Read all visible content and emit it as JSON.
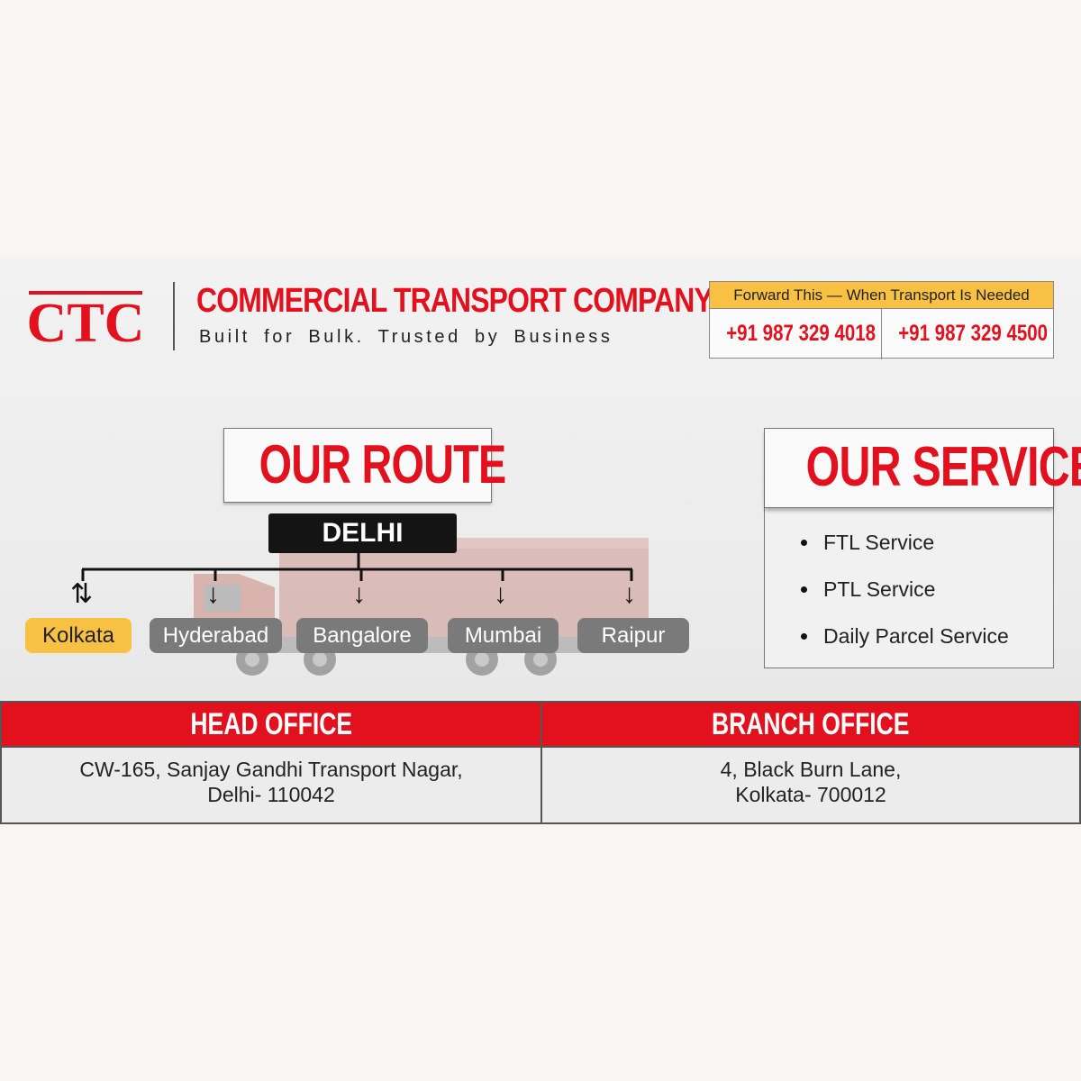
{
  "brand": {
    "logo_text": "CTC",
    "company_name": "COMMERCIAL TRANSPORT COMPANY",
    "tagline": "Built for Bulk.  Trusted by Business",
    "color_red": "#e3101e",
    "color_yellow": "#f9c144"
  },
  "contact": {
    "header": "Forward This — When Transport Is Needed",
    "phones": [
      "+91 987 329 4018",
      "+91 987 329 4500"
    ]
  },
  "route": {
    "title": "OUR ROUTE",
    "hub": "DELHI",
    "cities": [
      {
        "name": "Kolkata",
        "arrow": "⇅",
        "highlighted": true
      },
      {
        "name": "Hyderabad",
        "arrow": "↓",
        "highlighted": false
      },
      {
        "name": "Bangalore",
        "arrow": "↓",
        "highlighted": false
      },
      {
        "name": "Mumbai",
        "arrow": "↓",
        "highlighted": false
      },
      {
        "name": "Raipur",
        "arrow": "↓",
        "highlighted": false
      }
    ]
  },
  "service": {
    "title": "OUR SERVICE",
    "items": [
      "FTL Service",
      "PTL Service",
      "Daily Parcel Service"
    ]
  },
  "offices": {
    "head": {
      "title": "HEAD OFFICE",
      "address_line1": "CW-165, Sanjay Gandhi Transport Nagar,",
      "address_line2": "Delhi- 110042"
    },
    "branch": {
      "title": "BRANCH OFFICE",
      "address_line1": "4, Black Burn Lane,",
      "address_line2": "Kolkata- 700012"
    }
  }
}
